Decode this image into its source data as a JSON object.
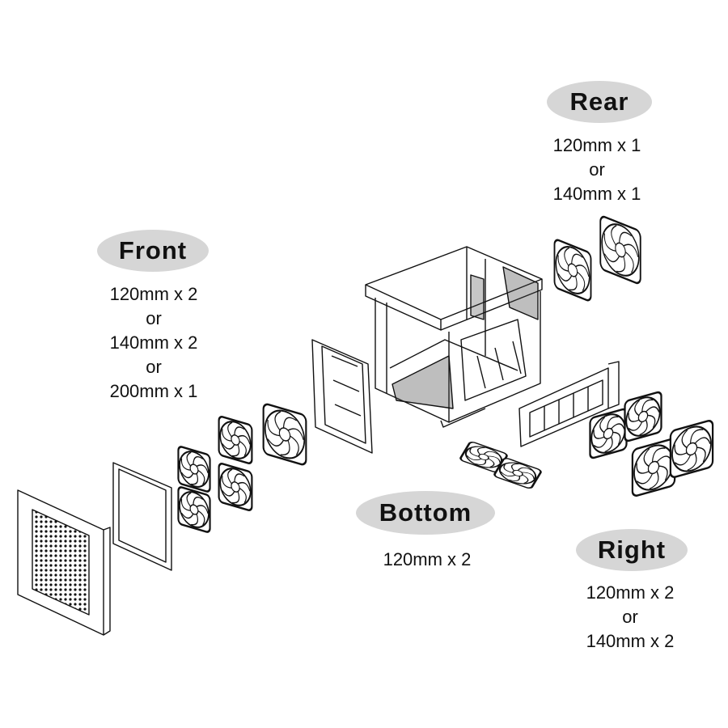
{
  "labels": {
    "rear": {
      "title": "Rear",
      "lines": [
        "120mm x 1",
        "or",
        "140mm x 1"
      ]
    },
    "front": {
      "title": "Front",
      "lines": [
        "120mm x 2",
        "or",
        "140mm x 2",
        "or",
        "200mm x 1"
      ]
    },
    "bottom": {
      "title": "Bottom",
      "lines": [
        "120mm x 2"
      ]
    },
    "right": {
      "title": "Right",
      "lines": [
        "120mm x 2",
        "or",
        "140mm x 2"
      ]
    }
  },
  "colors": {
    "pill": "#d6d6d6",
    "line": "#111111"
  }
}
